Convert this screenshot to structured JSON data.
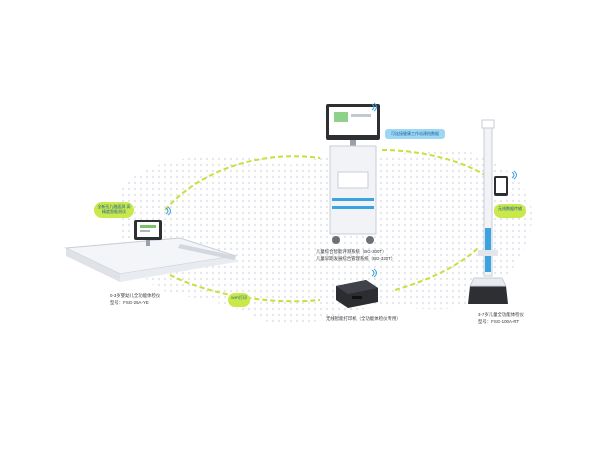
{
  "colors": {
    "accent_yellow": "#d6e63a",
    "bubble_green": "#c9e84a",
    "bubble_blue": "#9ed7f3",
    "device_blue": "#3aa3e0",
    "map_dots": "#e3e8ee"
  },
  "devices": {
    "infant_scale": {
      "name": "0-3岁婴幼儿全功能体检仪",
      "model": "型号：FSG-25A-YE",
      "bubble": "全新伍九融面屏 高精度智能测试"
    },
    "workstation": {
      "line1": "儿童综合智能评测系统（BG-300T）",
      "line2": "儿童早期发展综合管理系统（BG-320T）",
      "bubble": "可连接健康工作站建档数据"
    },
    "printer": {
      "name": "无线智能打印机（全功能体检仪专用）",
      "bubble": "WiFi打印"
    },
    "height_scale": {
      "name": "3-7岁儿童全功能体检仪",
      "model": "型号：FSG-100A-RT",
      "bubble": "无线数据传输"
    }
  }
}
